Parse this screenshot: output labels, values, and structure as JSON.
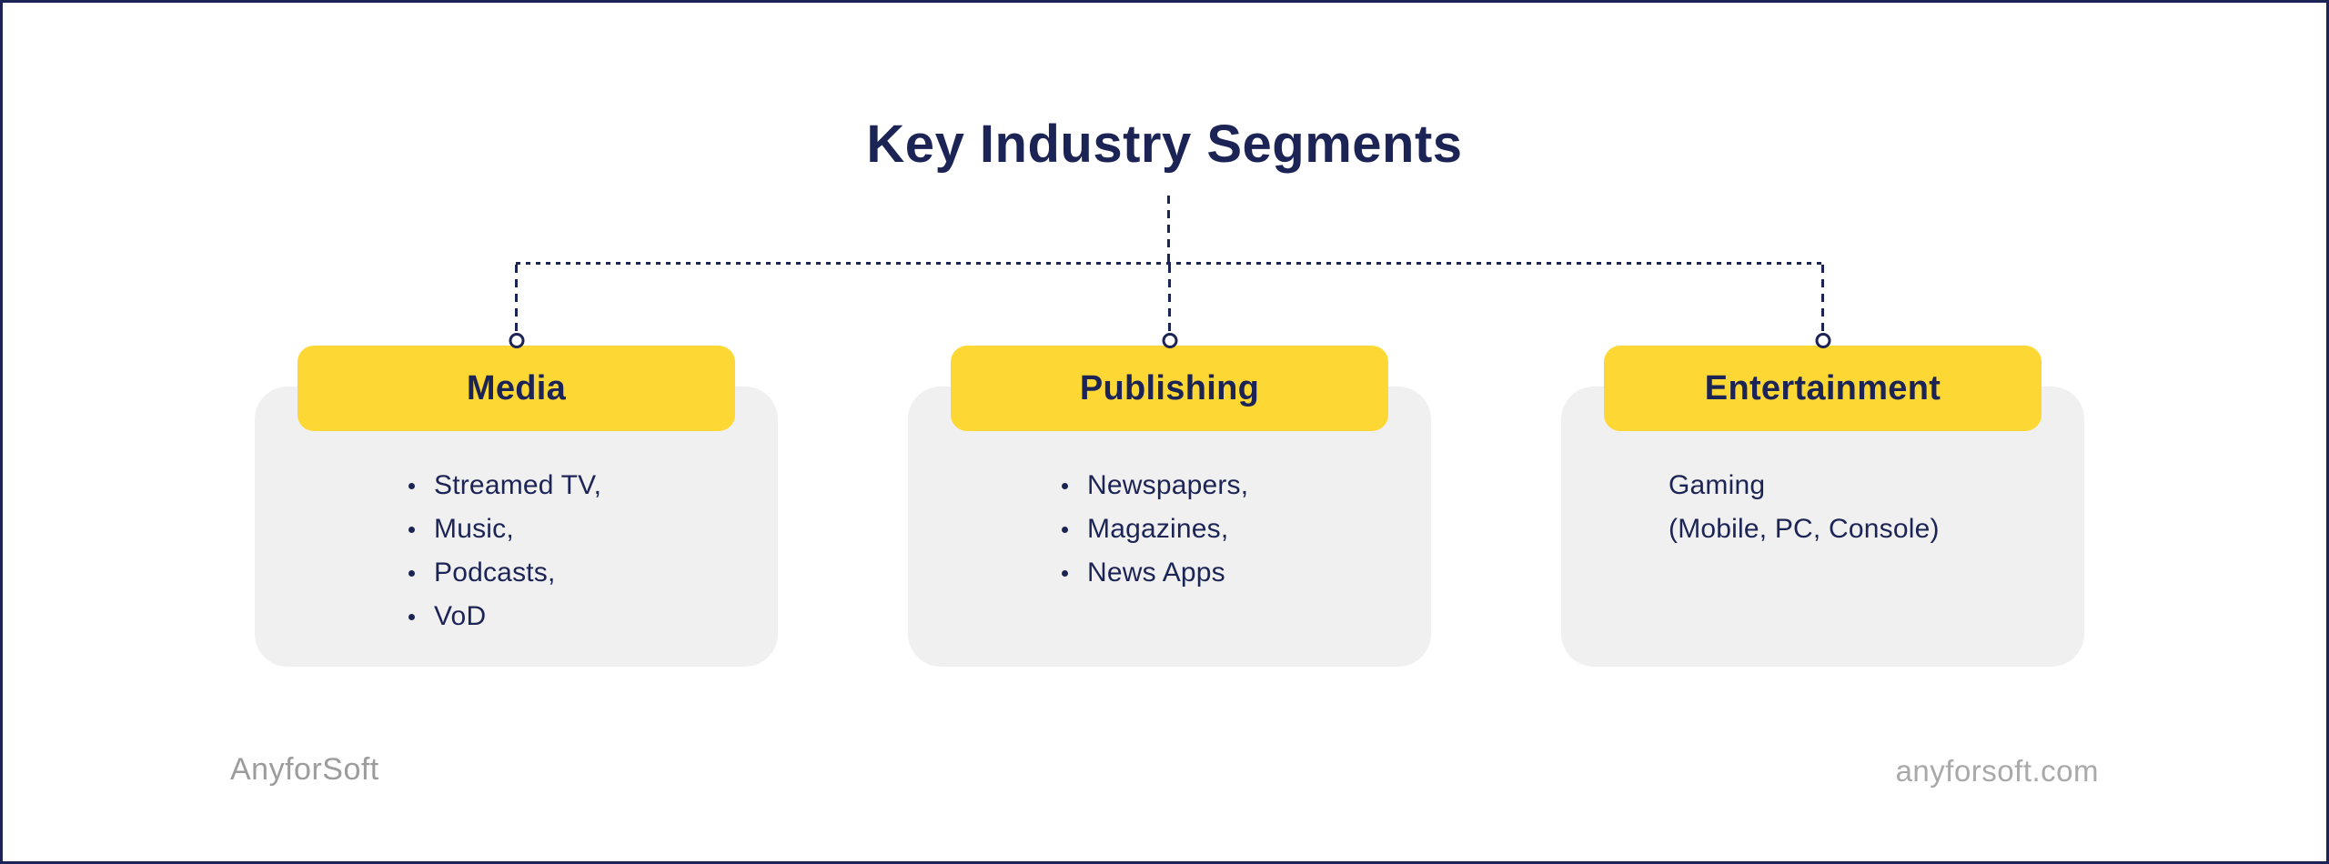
{
  "title": "Key Industry Segments",
  "footer": {
    "brand": "AnyforSoft",
    "website": "anyforsoft.com"
  },
  "colors": {
    "navy": "#1C2455",
    "accent_yellow": "#FDD835",
    "card_gray": "#F0F0F0",
    "brand_gray": "#9C9C9C",
    "website_gray": "#A9A9A9"
  },
  "diagram": {
    "type": "tree",
    "root_label": "Key Industry Segments",
    "segments": [
      {
        "label": "Media",
        "bulleted": true,
        "items": [
          "Streamed TV,",
          "Music,",
          "Podcasts,",
          "VoD"
        ]
      },
      {
        "label": "Publishing",
        "bulleted": true,
        "items": [
          "Newspapers,",
          "Magazines,",
          "News Apps"
        ]
      },
      {
        "label": "Entertainment",
        "bulleted": false,
        "items": [
          "Gaming",
          "(Mobile, PC, Console)"
        ]
      }
    ]
  }
}
